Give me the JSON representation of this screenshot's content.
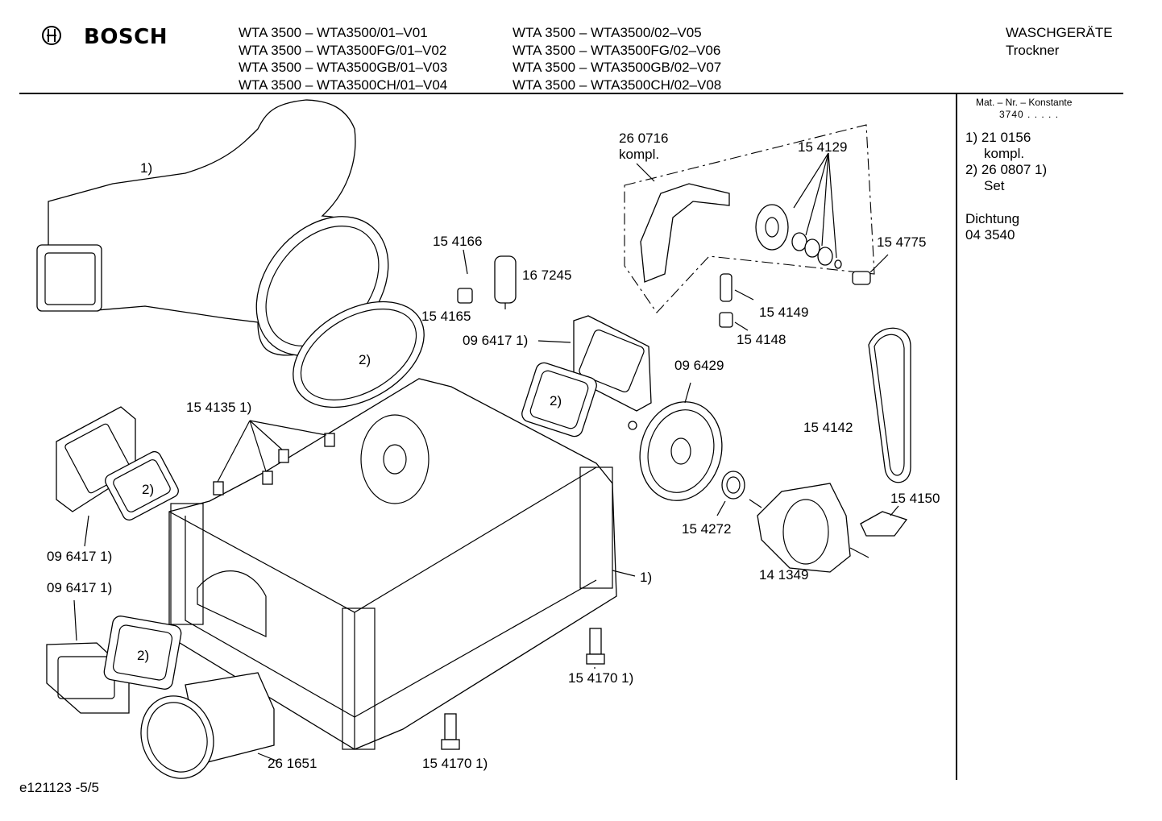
{
  "header": {
    "brand": "BOSCH",
    "models_col1": [
      "WTA 3500 – WTA3500/01–V01",
      "WTA 3500 – WTA3500FG/01–V02",
      "WTA 3500 – WTA3500GB/01–V03",
      "WTA 3500 – WTA3500CH/01–V04"
    ],
    "models_col2": [
      "WTA 3500 – WTA3500/02–V05",
      "WTA 3500 – WTA3500FG/02–V06",
      "WTA 3500 – WTA3500GB/02–V07",
      "WTA 3500 – WTA3500CH/02–V08"
    ],
    "category": "WASCHGERÄTE",
    "subcategory": "Trockner"
  },
  "sidebar": {
    "mat_label": "Mat. – Nr. – Konstante",
    "mat_value": "3740 . . . . .",
    "notes": [
      "1) 21 0156",
      "kompl.",
      "2) 26 0807 1)",
      "Set"
    ],
    "seal_label": "Dichtung",
    "seal_number": "04 3540"
  },
  "parts": {
    "p_1_top": "1)",
    "p_260716": "26 0716",
    "p_kompl": "kompl.",
    "p_154129": "15 4129",
    "p_154166": "15 4166",
    "p_167245": "16 7245",
    "p_154165": "15 4165",
    "p_154775": "15 4775",
    "p_154149": "15 4149",
    "p_154148": "15 4148",
    "p_096417_a": "09 6417 1)",
    "p_2_a": "2)",
    "p_2_b": "2)",
    "p_096429": "09 6429",
    "p_154135": "15 4135 1)",
    "p_154142": "15 4142",
    "p_2_c": "2)",
    "p_154150": "15 4150",
    "p_154272": "15 4272",
    "p_096417_b": "09 6417 1)",
    "p_1_body": "1)",
    "p_141349": "14 1349",
    "p_096417_c": "09 6417 1)",
    "p_2_d": "2)",
    "p_154170_a": "15 4170 1)",
    "p_261651": "26 1651",
    "p_154170_b": "15 4170 1)"
  },
  "footer": {
    "drawing_id": "e121123 -5/5"
  }
}
